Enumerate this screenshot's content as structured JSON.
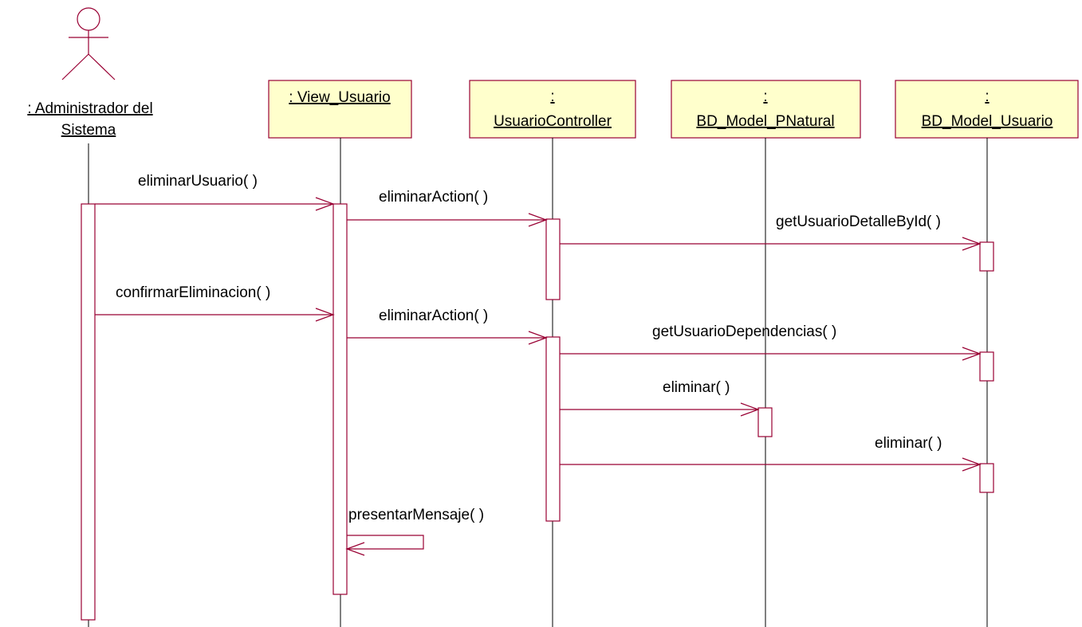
{
  "actor": {
    "name_line1": ": Administrador del",
    "name_line2": "Sistema"
  },
  "objects": {
    "view_usuario": {
      "line1": ": View_Usuario"
    },
    "usuario_controller": {
      "line1": ":",
      "line2": "UsuarioController"
    },
    "bd_model_pnatural": {
      "line1": ":",
      "line2": "BD_Model_PNatural"
    },
    "bd_model_usuario": {
      "line1": ":",
      "line2": "BD_Model_Usuario"
    }
  },
  "messages": [
    {
      "label": "eliminarUsuario( )"
    },
    {
      "label": "eliminarAction( )"
    },
    {
      "label": "getUsuarioDetalleById( )"
    },
    {
      "label": "confirmarEliminacion( )"
    },
    {
      "label": "eliminarAction( )"
    },
    {
      "label": "getUsuarioDependencias( )"
    },
    {
      "label": "eliminar( )"
    },
    {
      "label": "eliminar( )"
    },
    {
      "label": "presentarMensaje( )"
    }
  ],
  "colors": {
    "line": "#990033",
    "object_fill": "#ffffcc",
    "lifeline": "#000000"
  }
}
